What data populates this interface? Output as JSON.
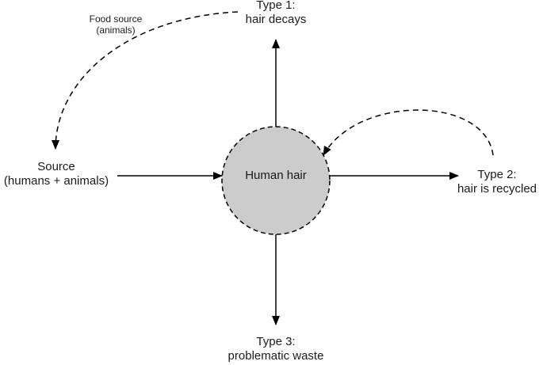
{
  "diagram": {
    "center": {
      "label": "Human hair",
      "fill": "#cccccc"
    },
    "food_source": {
      "line1": "Food source",
      "line2": "(animals)"
    },
    "source": {
      "line1": "Source",
      "line2": "(humans + animals)"
    },
    "type1": {
      "line1": "Type 1:",
      "line2": "hair decays"
    },
    "type2": {
      "line1": "Type 2:",
      "line2": "hair is recycled"
    },
    "type3": {
      "line1": "Type 3:",
      "line2": "problematic waste"
    }
  }
}
